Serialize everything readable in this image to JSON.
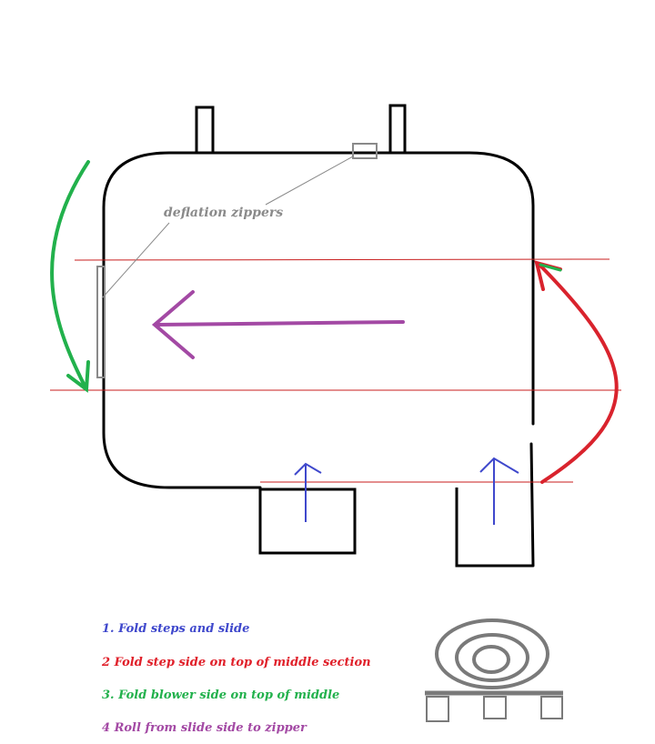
{
  "callout": {
    "text": "deflation zippers",
    "color": "#8a8a8a"
  },
  "steps": [
    {
      "text": "1. Fold steps and slide",
      "color": "#3f48cc"
    },
    {
      "text": "2 Fold step side on top of middle section",
      "color": "#e0202a"
    },
    {
      "text": "3. Fold blower side on top of middle",
      "color": "#22b14c"
    },
    {
      "text": "4 Roll from slide side to zipper",
      "color": "#a349a4"
    }
  ],
  "colors": {
    "outline": "#000000",
    "fold_line": "#c81e1e",
    "step1_arrows": "#3f48cc",
    "step2_arrow": "#d9232d",
    "step3_arrow": "#22b14c",
    "step4_arrow": "#a349a4",
    "zipper": "#8a8a8a",
    "roll_icon": "#7a7a7a"
  }
}
